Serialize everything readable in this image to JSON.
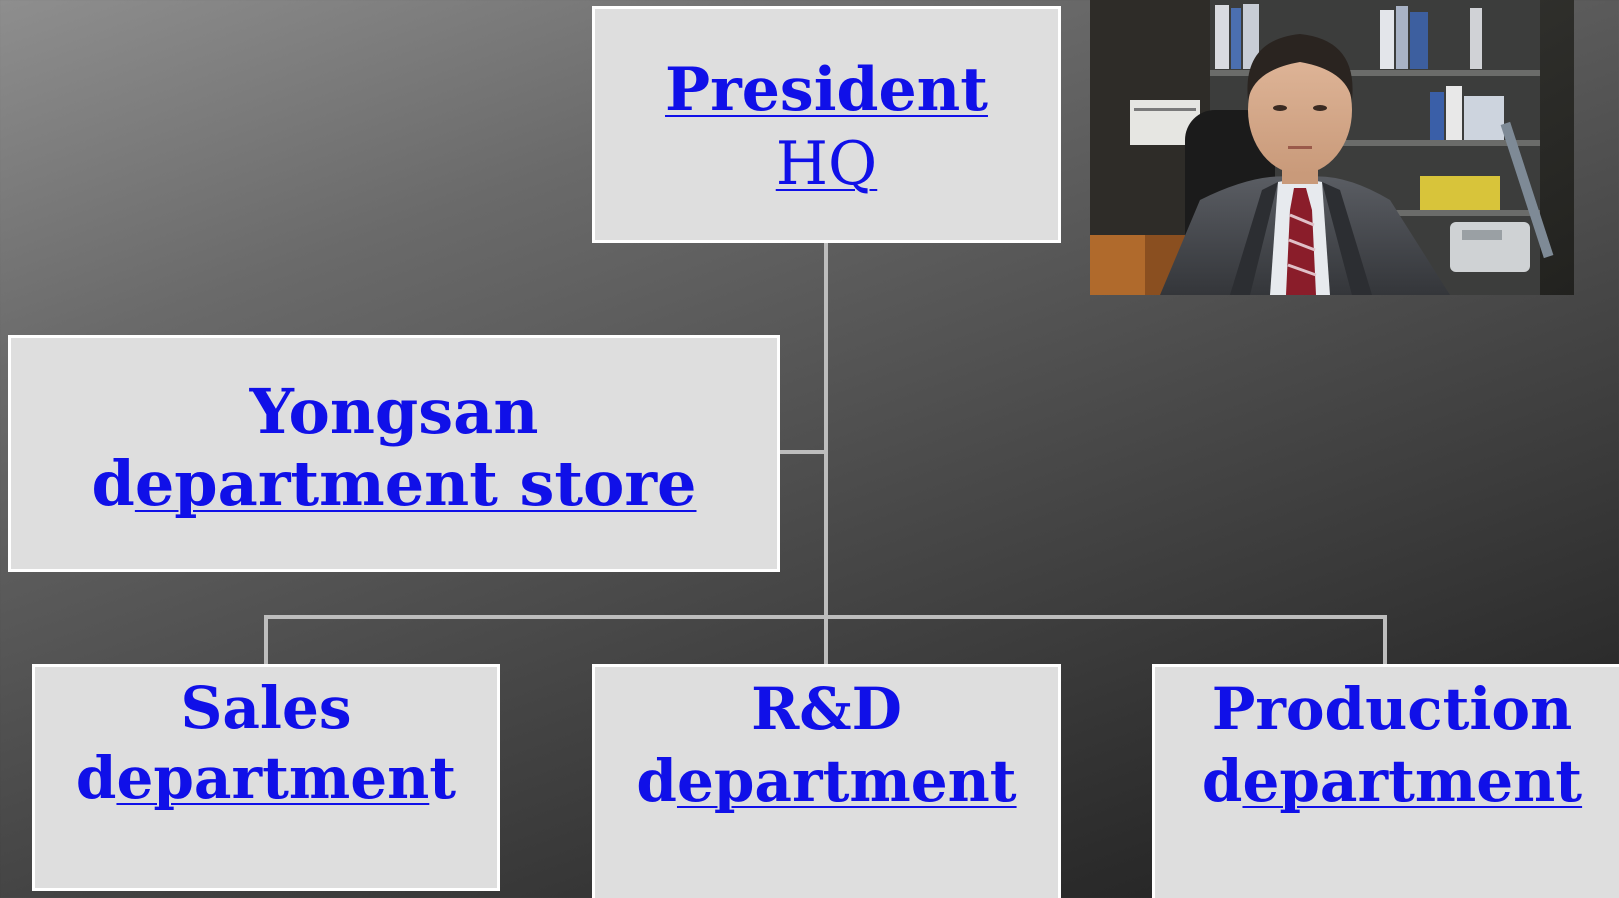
{
  "president": {
    "title": "President",
    "subtitle": "HQ"
  },
  "yongsan": {
    "line1": "Yongsan",
    "line2_prefix": "d",
    "line2_linked": "epartment store"
  },
  "departments": [
    {
      "title": "Sales",
      "prefix": "d",
      "linked": "epartmen",
      "suffix": "t"
    },
    {
      "title": "R&D",
      "prefix": "d",
      "linked": "epartment",
      "suffix": ""
    },
    {
      "title": "Production",
      "prefix": "d",
      "linked": "epartment",
      "suffix": ""
    }
  ],
  "colors": {
    "box_fill": "#dedede",
    "box_border": "#ffffff",
    "text": "#1010e8",
    "connector": "#bdbdbd"
  }
}
